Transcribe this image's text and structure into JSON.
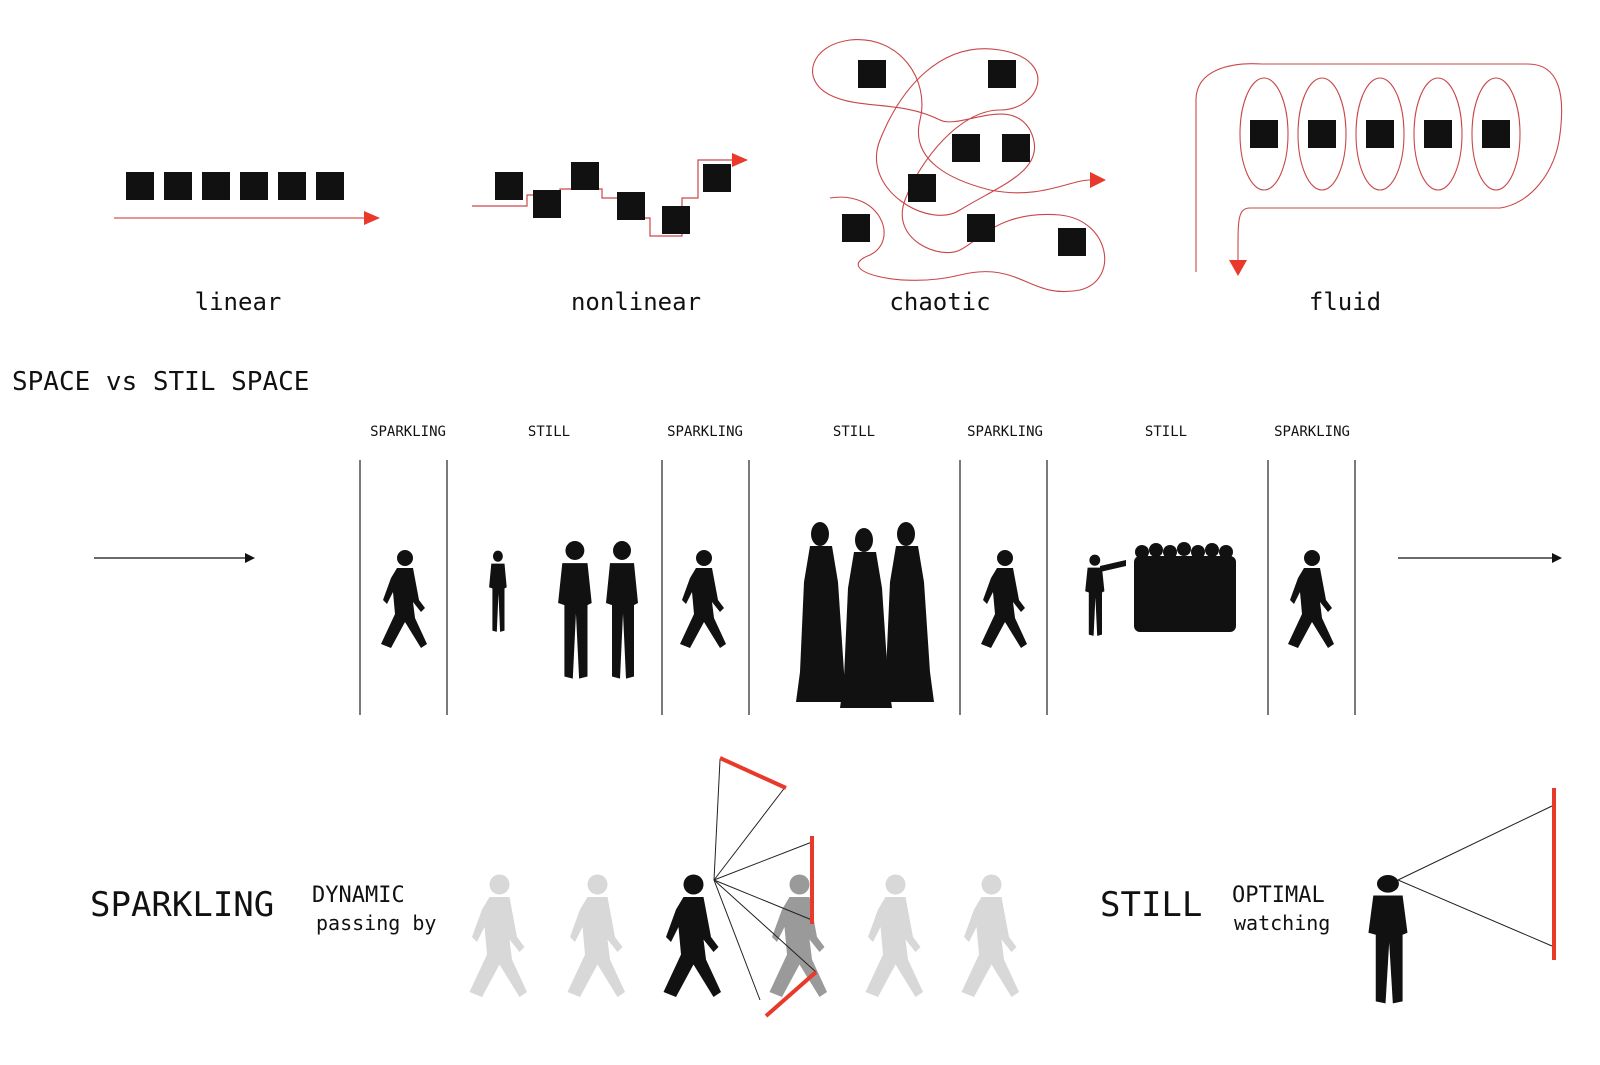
{
  "patterns": [
    {
      "key": "linear",
      "label": "linear"
    },
    {
      "key": "nonlinear",
      "label": "nonlinear"
    },
    {
      "key": "chaotic",
      "label": "chaotic"
    },
    {
      "key": "fluid",
      "label": "fluid"
    }
  ],
  "section_title": "SPACE vs STIL SPACE",
  "zones": [
    "SPARKLING",
    "STILL",
    "SPARKLING",
    "STILL",
    "SPARKLING",
    "STILL",
    "SPARKLING"
  ],
  "bottom": {
    "left_title": "SPARKLING",
    "left_sub1": "DYNAMIC",
    "left_sub2": "passing by",
    "right_title": "STILL",
    "right_sub1": "OPTIMAL",
    "right_sub2": "watching"
  },
  "colors": {
    "ink": "#111111",
    "accent": "#e8392a",
    "loop": "#c9474a",
    "ghost": "#cfcfcf"
  }
}
